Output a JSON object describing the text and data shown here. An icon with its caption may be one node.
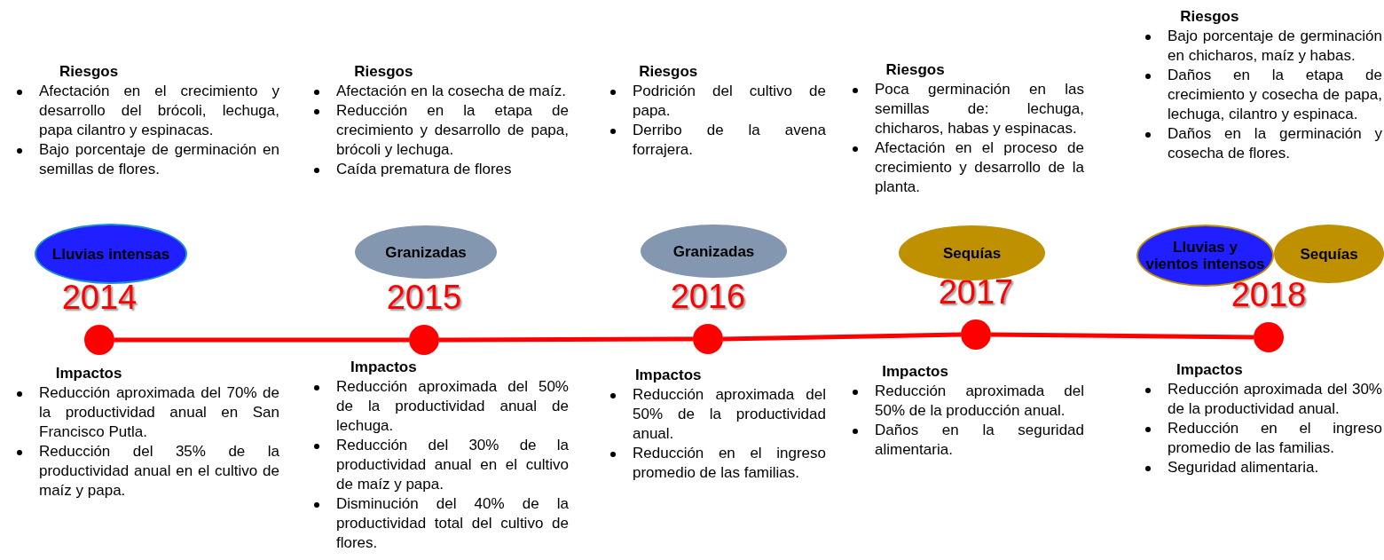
{
  "diagram": {
    "nodes": [
      {
        "text": [],
        "shape": "circle",
        "beside": [
          "2014"
        ]
      },
      {
        "text": [],
        "shape": "circle",
        "beside": [
          "2015"
        ]
      },
      {
        "text": [],
        "shape": "circle",
        "beside": [
          "2016"
        ]
      },
      {
        "text": [],
        "shape": "circle",
        "beside": [
          "2017"
        ]
      },
      {
        "text": [],
        "shape": "circle",
        "beside": [
          "2018"
        ]
      },
      {
        "text": [
          "Lluvias intensas"
        ]
      },
      {
        "text": [
          "Granizadas"
        ]
      },
      {
        "text": [
          "Granizadas"
        ]
      },
      {
        "text": [
          "Sequías"
        ]
      },
      {
        "text": [
          "Lluvias y vientos intensos"
        ]
      },
      {
        "text": [
          "Sequías"
        ]
      }
    ],
    "edges": [
      {
        "from": 0,
        "to": 1,
        "arrow": "none"
      },
      {
        "from": 1,
        "to": 2,
        "arrow": "none"
      },
      {
        "from": 2,
        "to": 3,
        "arrow": "none"
      },
      {
        "from": 3,
        "to": 4,
        "arrow": "none"
      }
    ],
    "labels": [
      "Riesgos",
      "Afectación en el crecimiento y desarrollo del brócoli, lechuga, papa cilantro y espinacas.",
      "Bajo porcentaje de germinación en semillas de flores.",
      "Impactos",
      "Reducción aproximada del 70% de la productividad anual en San Francisco Putla.",
      "Reducción del 35% de la productividad anual en el cultivo de maíz y papa.",
      "Riesgos",
      "Afectación en la cosecha de maíz.",
      "Reducción en la etapa de crecimiento y desarrollo de papa, brócoli y lechuga.",
      "Caída prematura de flores",
      "Impactos",
      "Reducción aproximada del 50% de la productividad anual de lechuga.",
      "Reducción del 30% de la productividad anual en el cultivo de maíz y papa.",
      "Disminución del 40% de la productividad total del cultivo de flores.",
      "Riesgos",
      "Podrición del cultivo de papa.",
      "Derribo de la avena forrajera.",
      "Impactos",
      "Reducción aproximada del 50% de la productividad anual.",
      "Reducción en el ingreso promedio de las familias.",
      "Riesgos",
      "Poca germinación en las semillas de: lechuga, chicharos, habas y espinacas.",
      "Afectación en el proceso de crecimiento y desarrollo de la planta.",
      "Impactos",
      "Reducción aproximada del 50% de la producción anual.",
      "Daños en la seguridad alimentaria.",
      "Riesgos",
      "Bajo porcentaje de germinación en chicharos, maíz y habas.",
      "Daños en la etapa de crecimiento y cosecha de papa, lechuga, cilantro y espinaca.",
      "Daños en la germinación y cosecha de flores.",
      "Impactos",
      "Reducción aproximada del 30% de la productividad anual.",
      "Reducción en el ingreso promedio de las familias.",
      "Seguridad alimentaria."
    ]
  }
}
